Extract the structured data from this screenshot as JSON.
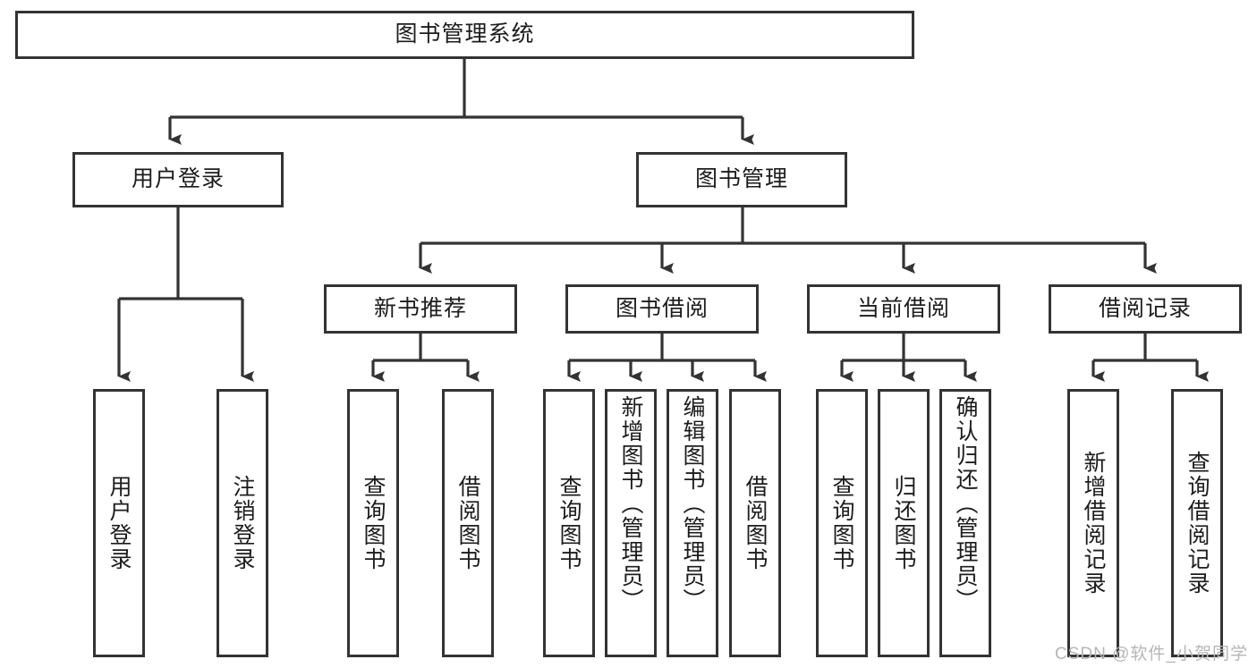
{
  "diagram": {
    "type": "tree-hierarchy-chart",
    "title": "图书管理系统",
    "line_color": "#333333",
    "box_fill": "#ffffff",
    "text_color": "#1c1c1c",
    "watermark": "CSDN @软件_小贺同学",
    "levels": {
      "root": {
        "label": "图书管理系统"
      },
      "level2": [
        {
          "label": "用户登录"
        },
        {
          "label": "图书管理"
        }
      ],
      "level3": [
        {
          "label": "新书推荐"
        },
        {
          "label": "图书借阅"
        },
        {
          "label": "当前借阅"
        },
        {
          "label": "借阅记录"
        }
      ],
      "leaves": {
        "user_login": [
          {
            "label": "用户登录"
          },
          {
            "label": "注销登录"
          }
        ],
        "new_book_recommend": [
          {
            "label": "查询图书"
          },
          {
            "label": "借阅图书"
          }
        ],
        "book_borrow": [
          {
            "label": "查询图书"
          },
          {
            "label": "新增图书（管理员）"
          },
          {
            "label": "编辑图书（管理员）"
          },
          {
            "label": "借阅图书"
          }
        ],
        "current_borrow": [
          {
            "label": "查询图书"
          },
          {
            "label": "归还图书"
          },
          {
            "label": "确认归还（管理员）"
          }
        ],
        "borrow_record": [
          {
            "label": "新增借阅记录"
          },
          {
            "label": "查询借阅记录"
          }
        ]
      }
    }
  }
}
